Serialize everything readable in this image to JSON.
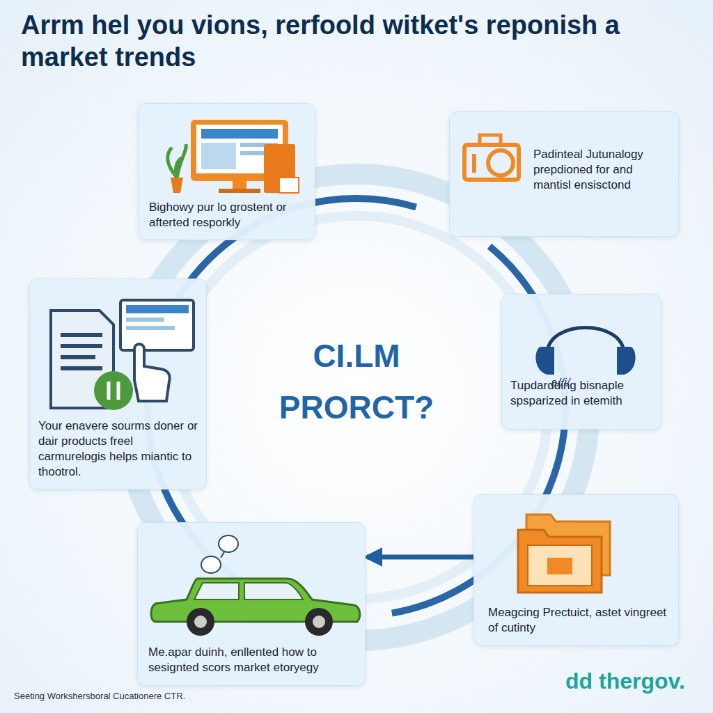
{
  "diagram": {
    "title": "Arrm hel you vions, rerfoold witket's reponish a market trends",
    "caption": "Seeting Workshersboral Cucationere CTR.",
    "nodes": [
      {
        "text": [
          "CI.LM PRORCT?"
        ]
      },
      {
        "text": [
          "Bighowy pur lo grostent or afterted resporkly"
        ]
      },
      {
        "text": [
          "Padinteal Jutunalogy prepdioned for and mantisl ensisctond"
        ]
      },
      {
        "text": [
          "Your enavere sourms doner or dair products freel carmurelogis helps miantic to thootrol."
        ]
      },
      {
        "text": [
          "Tupdardding bisnaple spsparized in etemith"
        ]
      },
      {
        "text": [
          "Me.apar duinh, enllented how to sesignted scors market etoryegy"
        ]
      },
      {
        "text": [
          "Meagcing Prectuict, astet vingreet of cutinty"
        ]
      }
    ],
    "edges": [
      {
        "from": 6,
        "to": 5,
        "arrow": "to"
      }
    ],
    "labels": [
      "a//i/",
      "dd thergov."
    ]
  }
}
